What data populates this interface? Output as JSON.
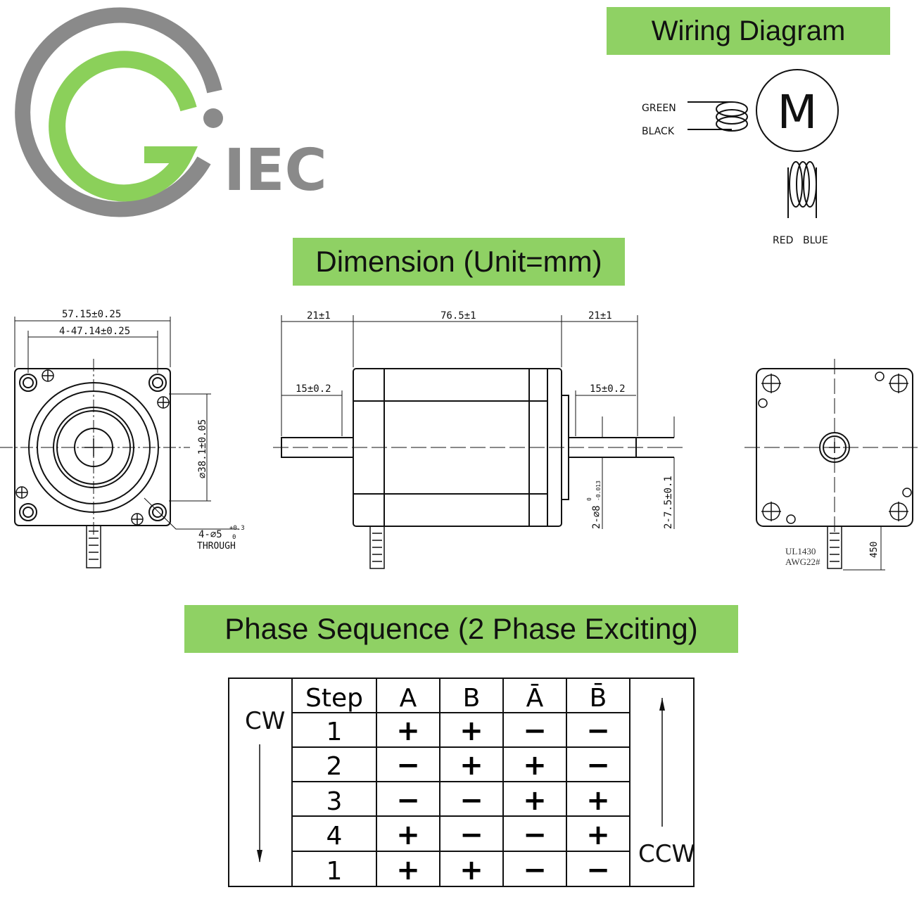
{
  "logo": {
    "brand_text": "IEC",
    "colors": {
      "ring": "#8a8a8a",
      "accent": "#8bd05a"
    }
  },
  "wiring": {
    "title": "Wiring Diagram",
    "motor_symbol": "M",
    "wire_green": "GREEN",
    "wire_black": "BLACK",
    "wire_red": "RED",
    "wire_blue": "BLUE"
  },
  "dimension": {
    "title": "Dimension (Unit=mm)",
    "front": {
      "flange_width": "57.15±0.25",
      "hole_spacing": "4-47.14±0.25",
      "pilot_diameter": "⌀38.1±0.05",
      "mount_holes_prefix": "4-⌀5",
      "mount_holes_tol_upper": "+0.3",
      "mount_holes_tol_lower": "0",
      "mount_holes_note": "THROUGH"
    },
    "side": {
      "shaft_left_length": "21±1",
      "body_length": "76.5±1",
      "shaft_right_length": "21±1",
      "flat_left": "15±0.2",
      "flat_right": "15±0.2",
      "shaft_diameter_prefix": "2-⌀8",
      "shaft_diameter_tol_upper": "0",
      "shaft_diameter_tol_lower": "-0.013",
      "flat_depth": "2-7.5±0.1"
    },
    "rear": {
      "cable_spec_line1": "UL1430",
      "cable_spec_line2": "AWG22#",
      "cable_length": "450"
    }
  },
  "phase": {
    "title": "Phase Sequence (2 Phase Exciting)",
    "cw_label": "CW",
    "ccw_label": "CCW",
    "headers": [
      "Step",
      "A",
      "B",
      "Ā",
      "B̄"
    ],
    "rows": [
      [
        "1",
        "+",
        "+",
        "−",
        "−"
      ],
      [
        "2",
        "−",
        "+",
        "+",
        "−"
      ],
      [
        "3",
        "−",
        "−",
        "+",
        "+"
      ],
      [
        "4",
        "+",
        "−",
        "−",
        "+"
      ],
      [
        "1",
        "+",
        "+",
        "−",
        "−"
      ]
    ]
  }
}
